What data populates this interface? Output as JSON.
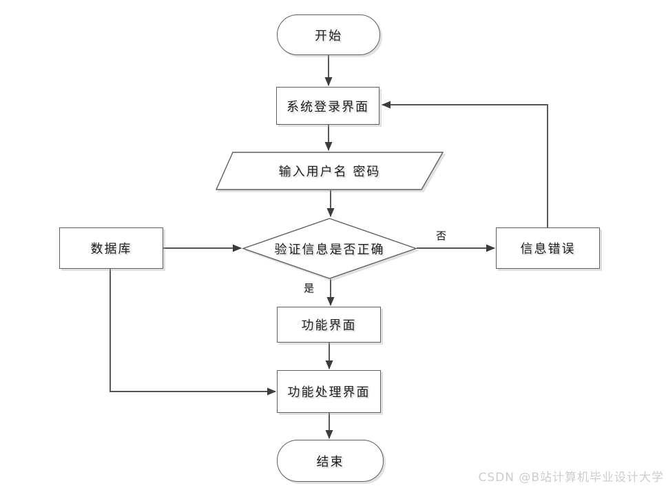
{
  "diagram": {
    "nodes": {
      "start": {
        "label": "开始",
        "shape": "terminator"
      },
      "login": {
        "label": "系统登录界面",
        "shape": "rectangle"
      },
      "input": {
        "label": "输入用户名 密码",
        "shape": "parallelogram"
      },
      "verify": {
        "label": "验证信息是否正确",
        "shape": "diamond"
      },
      "database": {
        "label": "数据库",
        "shape": "rectangle"
      },
      "error": {
        "label": "信息错误",
        "shape": "rectangle"
      },
      "function": {
        "label": "功能界面",
        "shape": "rectangle"
      },
      "process": {
        "label": "功能处理界面",
        "shape": "rectangle"
      },
      "end": {
        "label": "结束",
        "shape": "terminator"
      }
    },
    "edge_labels": {
      "yes": "是",
      "no": "否"
    },
    "colors": {
      "line": "#3c3c3c",
      "shape_border": "#5e5e5e",
      "text": "#1c1c1c",
      "background": "#ffffff",
      "watermark": "#cccccc"
    }
  },
  "watermark": {
    "text": "CSDN @B站计算机毕业设计大学"
  }
}
